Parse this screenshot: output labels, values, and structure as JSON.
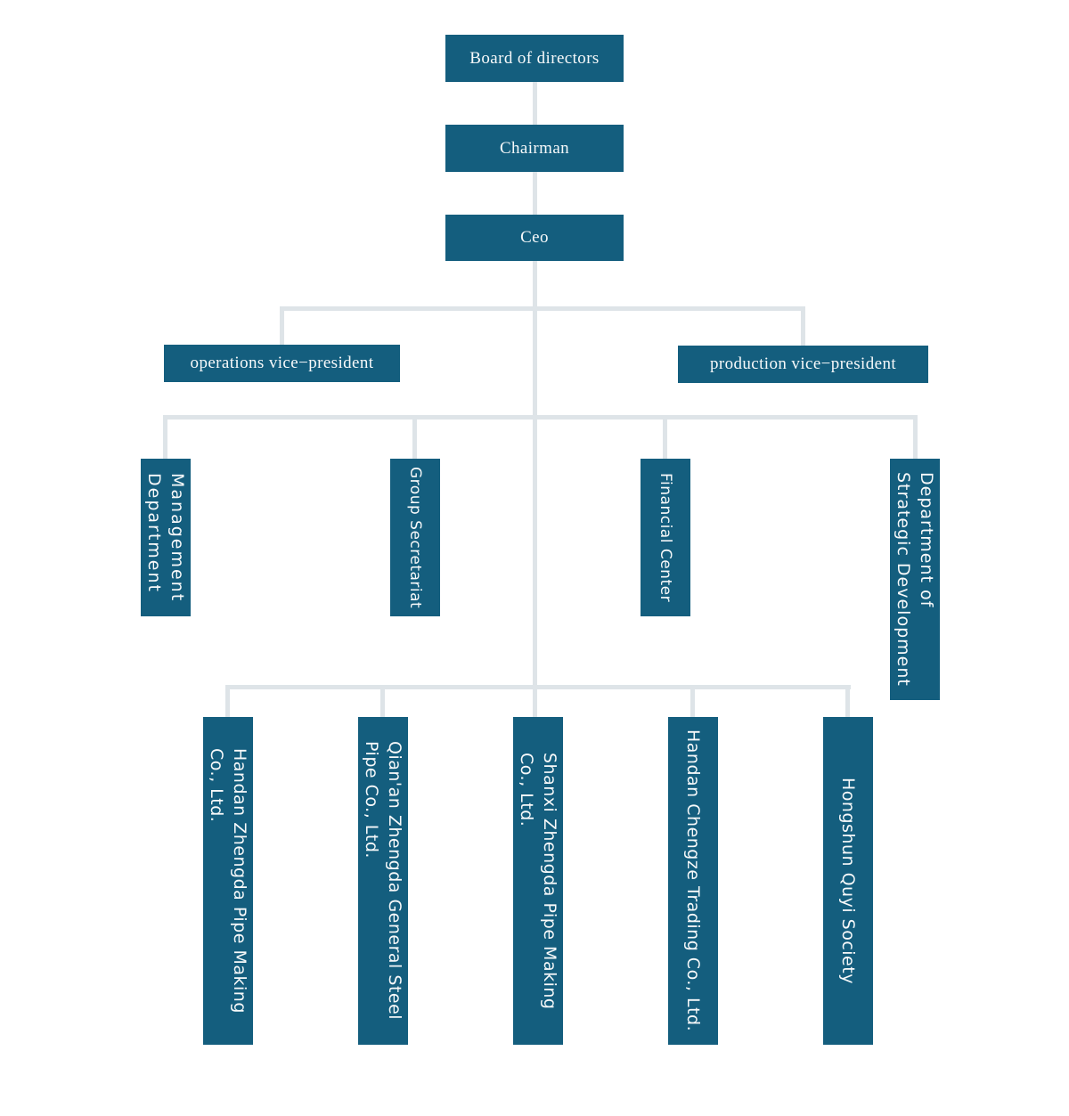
{
  "diagram": {
    "type": "org-chart",
    "colors": {
      "node_fill": "#145e7e",
      "node_text": "#ffffff",
      "connector": "#dee4e8",
      "background": "#ffffff"
    },
    "nodes": {
      "board_of_directors": {
        "label": "Board of directors"
      },
      "chairman": {
        "label": "Chairman"
      },
      "ceo": {
        "label": "Ceo"
      },
      "operations_vp": {
        "label": "operations vice−president"
      },
      "production_vp": {
        "label": "production vice−president"
      },
      "management_department": {
        "label": "Management\nDepartment"
      },
      "group_secretariat": {
        "label": "Group Secretariat"
      },
      "financial_center": {
        "label": "Financial Center"
      },
      "strategic_development": {
        "label": "Department of\nStrategic Development"
      },
      "handan_zhengda": {
        "label": "Handan Zhengda Pipe Making\nCo., Ltd."
      },
      "qianan_zhengda": {
        "label": "Qian'an Zhengda General Steel\nPipe Co., Ltd."
      },
      "shanxi_zhengda": {
        "label": "Shanxi Zhengda Pipe Making\nCo., Ltd."
      },
      "handan_chengze": {
        "label": "Handan Chengze Trading Co., Ltd."
      },
      "hongshun_quyi": {
        "label": "Hongshun Quyi Society"
      }
    },
    "edges": [
      [
        "board_of_directors",
        "chairman"
      ],
      [
        "chairman",
        "ceo"
      ],
      [
        "ceo",
        "operations_vp"
      ],
      [
        "ceo",
        "production_vp"
      ],
      [
        "ceo",
        "management_department"
      ],
      [
        "ceo",
        "group_secretariat"
      ],
      [
        "ceo",
        "financial_center"
      ],
      [
        "ceo",
        "strategic_development"
      ],
      [
        "ceo",
        "handan_zhengda"
      ],
      [
        "ceo",
        "qianan_zhengda"
      ],
      [
        "ceo",
        "shanxi_zhengda"
      ],
      [
        "ceo",
        "handan_chengze"
      ],
      [
        "ceo",
        "hongshun_quyi"
      ]
    ]
  }
}
